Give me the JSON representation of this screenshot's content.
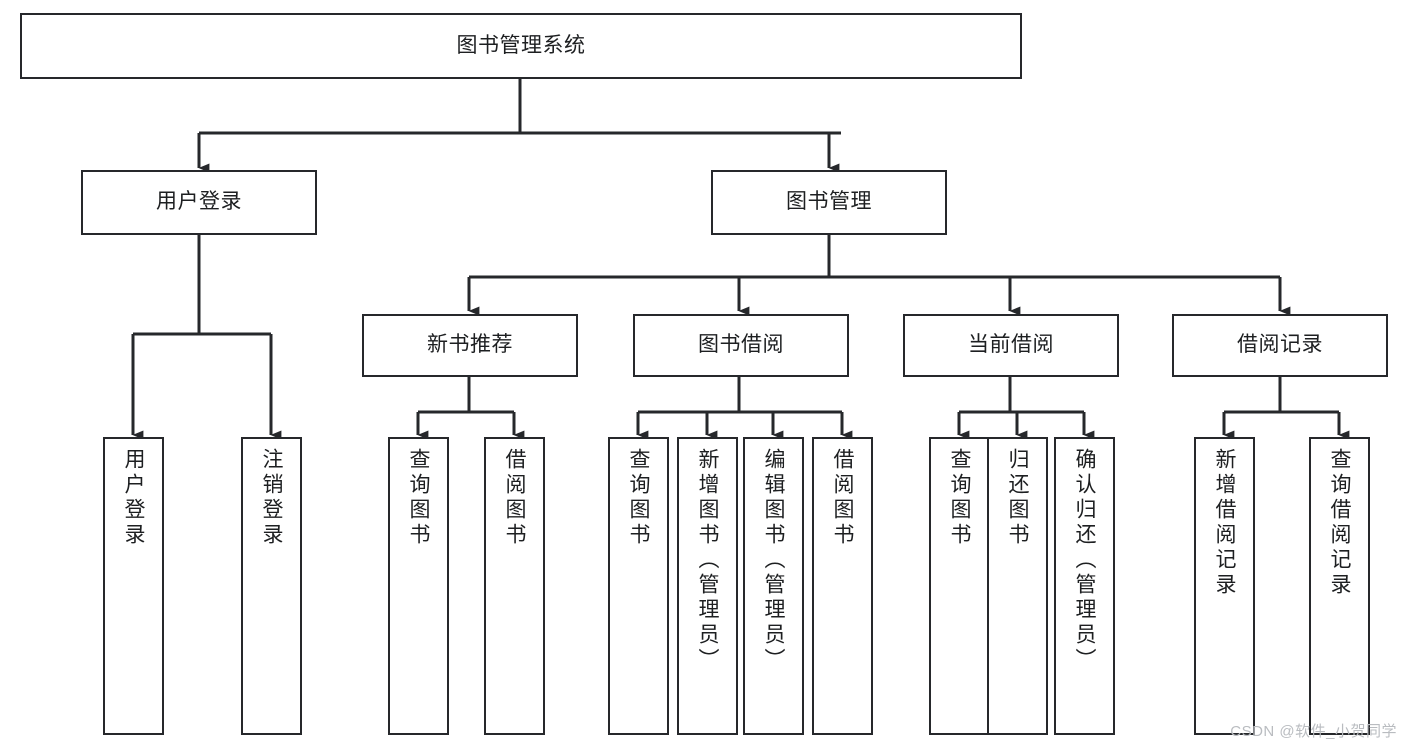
{
  "diagram": {
    "type": "tree-hierarchy",
    "title": "图书管理系统",
    "watermark": "CSDN @软件_小贺同学",
    "colors": {
      "box_border": "#26282b",
      "box_fill": "#ffffff",
      "connector": "#26282b",
      "text": "#1d1f21",
      "watermark": "#b9bcc0",
      "page_background": "#ffffff"
    },
    "levels": [
      {
        "level": 0,
        "nodes": [
          {
            "id": "root",
            "label": "图书管理系统",
            "orientation": "horizontal"
          }
        ]
      },
      {
        "level": 1,
        "nodes": [
          {
            "id": "user-login",
            "label": "用户登录",
            "orientation": "horizontal",
            "parent": "root"
          },
          {
            "id": "book-management",
            "label": "图书管理",
            "orientation": "horizontal",
            "parent": "root"
          }
        ]
      },
      {
        "level": 2,
        "nodes": [
          {
            "id": "new-book-recommend",
            "label": "新书推荐",
            "orientation": "horizontal",
            "parent": "book-management"
          },
          {
            "id": "book-borrow",
            "label": "图书借阅",
            "orientation": "horizontal",
            "parent": "book-management"
          },
          {
            "id": "current-borrow",
            "label": "当前借阅",
            "orientation": "horizontal",
            "parent": "book-management"
          },
          {
            "id": "borrow-record",
            "label": "借阅记录",
            "orientation": "horizontal",
            "parent": "book-management"
          }
        ]
      },
      {
        "level": 3,
        "nodes": [
          {
            "id": "leaf-user-login",
            "label": "用户登录",
            "orientation": "vertical",
            "parent": "user-login"
          },
          {
            "id": "leaf-logout",
            "label": "注销登录",
            "orientation": "vertical",
            "parent": "user-login"
          },
          {
            "id": "leaf-query-book-1",
            "label": "查询图书",
            "orientation": "vertical",
            "parent": "new-book-recommend"
          },
          {
            "id": "leaf-borrow-book-1",
            "label": "借阅图书",
            "orientation": "vertical",
            "parent": "new-book-recommend"
          },
          {
            "id": "leaf-query-book-2",
            "label": "查询图书",
            "orientation": "vertical",
            "parent": "book-borrow"
          },
          {
            "id": "leaf-add-book",
            "label": "新增图书（管理员）",
            "orientation": "vertical",
            "parent": "book-borrow"
          },
          {
            "id": "leaf-edit-book",
            "label": "编辑图书（管理员）",
            "orientation": "vertical",
            "parent": "book-borrow"
          },
          {
            "id": "leaf-borrow-book-2",
            "label": "借阅图书",
            "orientation": "vertical",
            "parent": "book-borrow"
          },
          {
            "id": "leaf-query-book-3",
            "label": "查询图书",
            "orientation": "vertical",
            "parent": "current-borrow"
          },
          {
            "id": "leaf-return-book",
            "label": "归还图书",
            "orientation": "vertical",
            "parent": "current-borrow"
          },
          {
            "id": "leaf-confirm-return",
            "label": "确认归还（管理员）",
            "orientation": "vertical",
            "parent": "current-borrow"
          },
          {
            "id": "leaf-add-record",
            "label": "新增借阅记录",
            "orientation": "vertical",
            "parent": "borrow-record"
          },
          {
            "id": "leaf-query-record",
            "label": "查询借阅记录",
            "orientation": "vertical",
            "parent": "borrow-record"
          }
        ]
      }
    ]
  }
}
